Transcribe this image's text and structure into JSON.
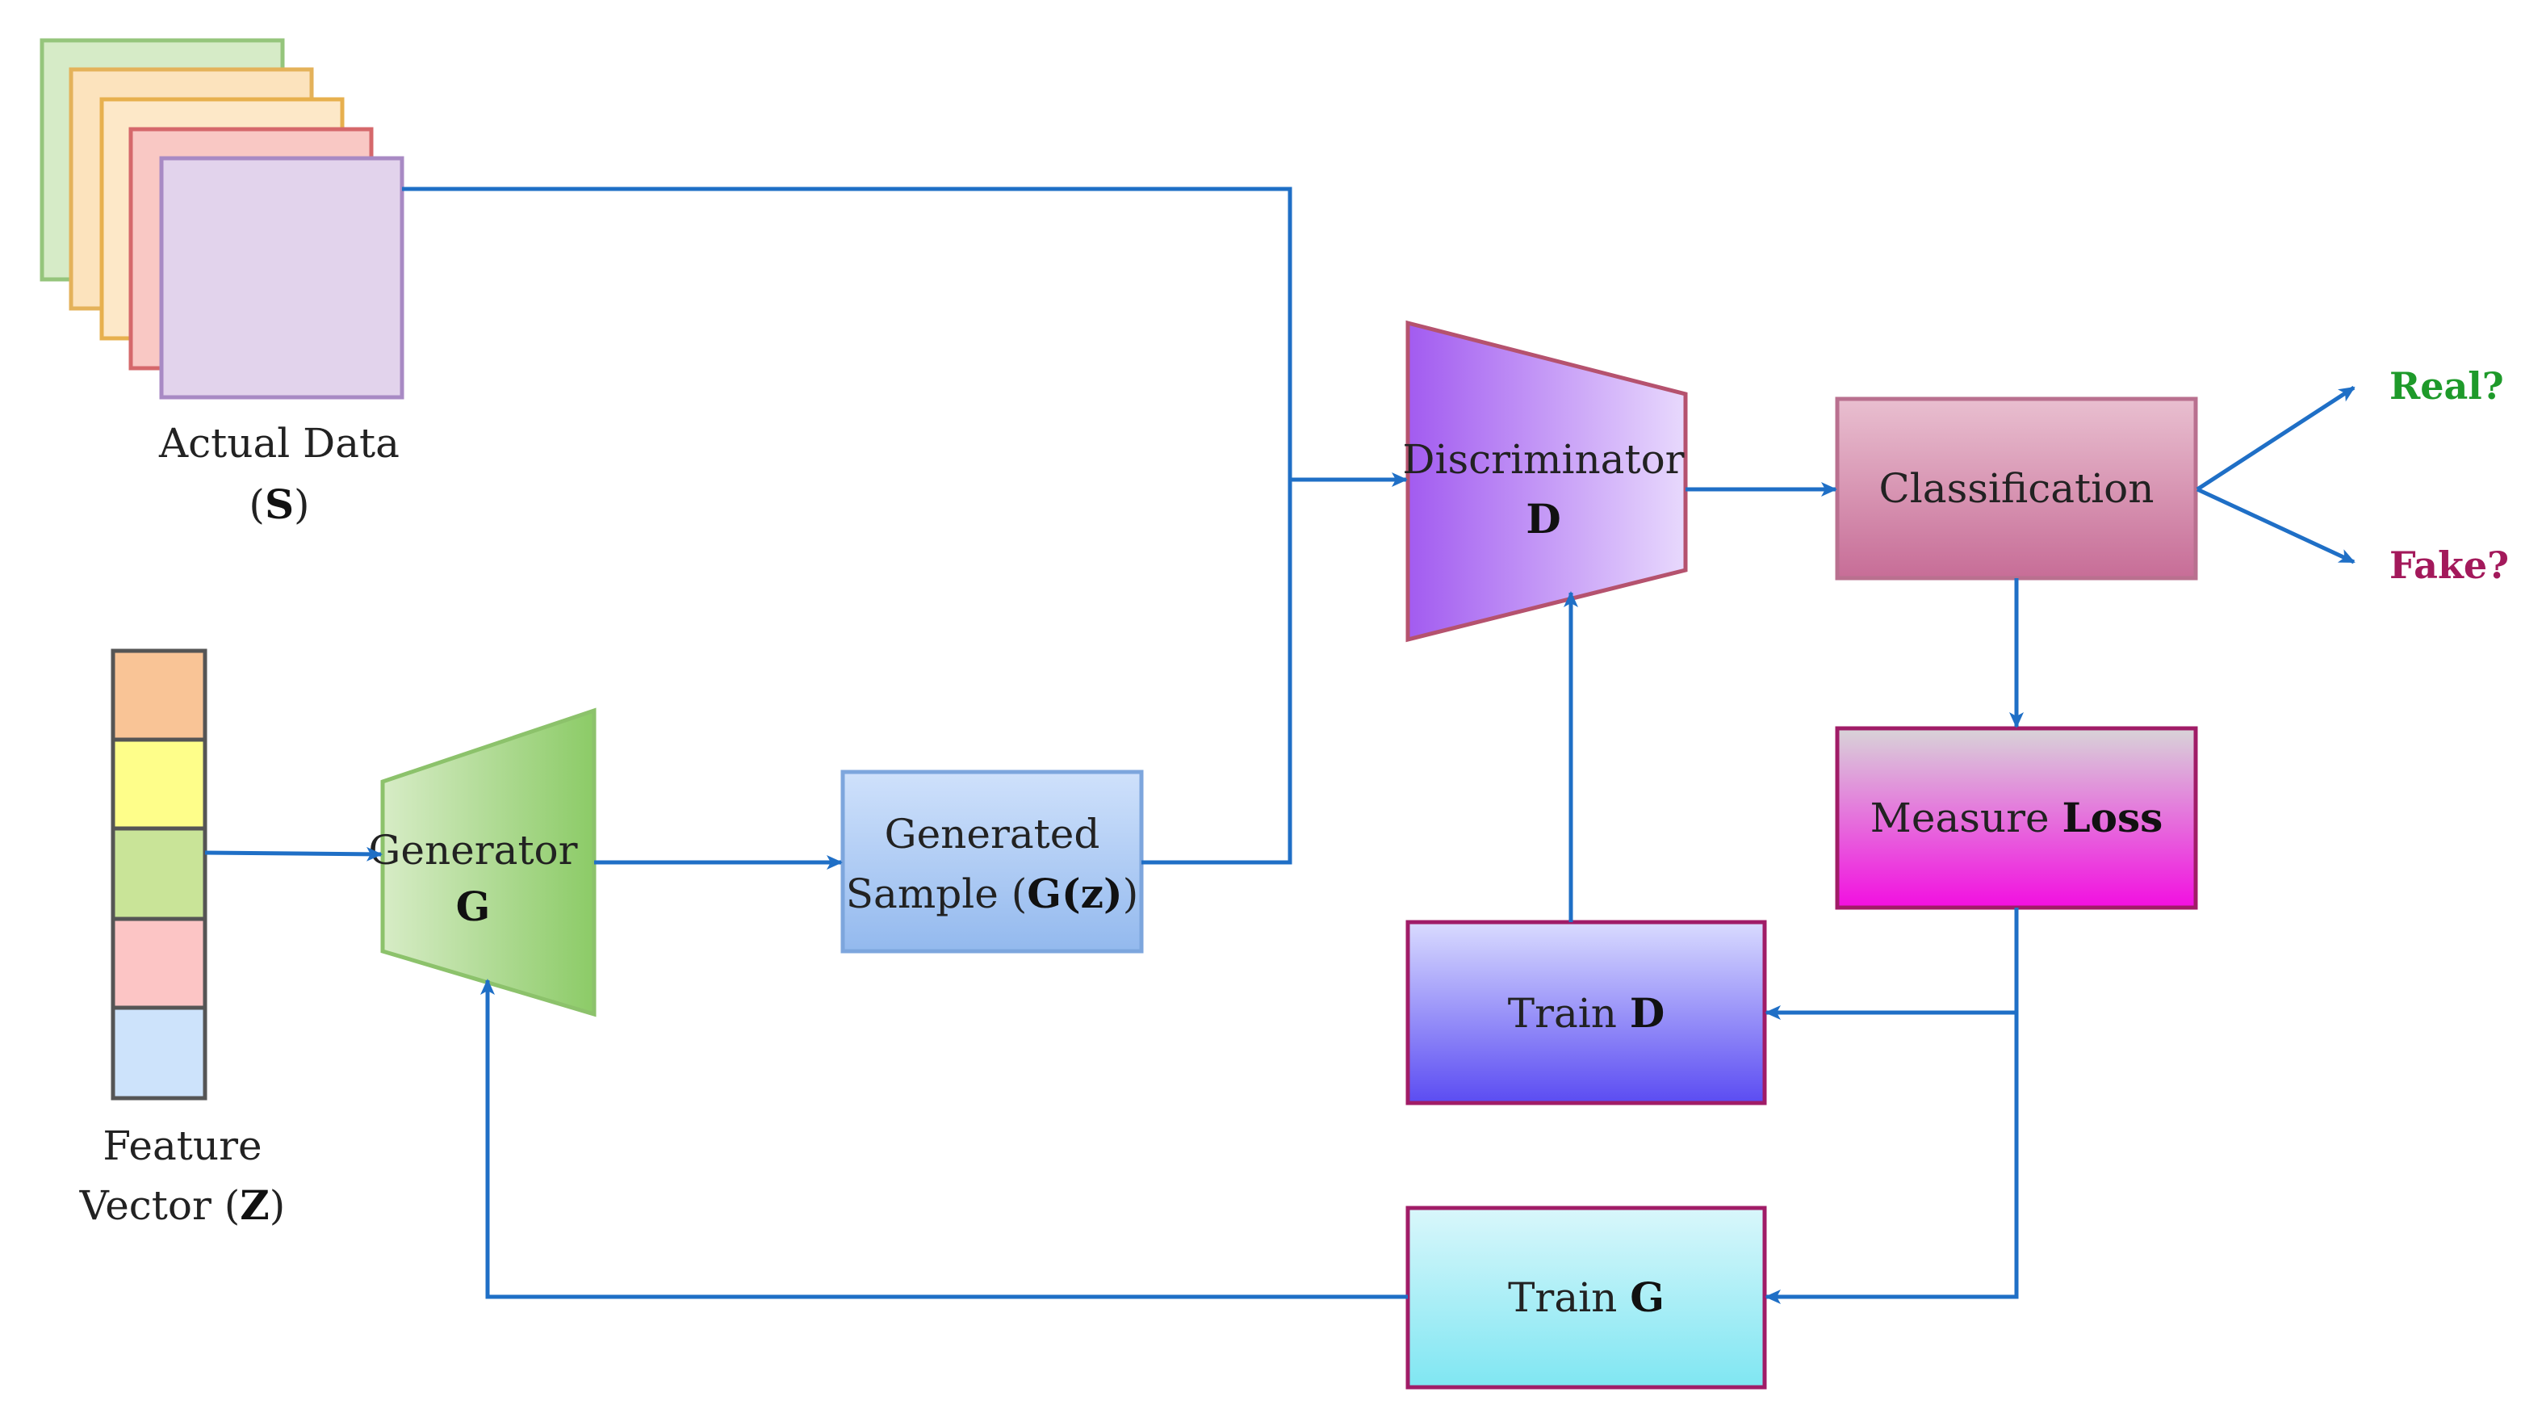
{
  "actual_data": {
    "label_line1": "Actual Data",
    "label_line2_symbol": "S"
  },
  "feature_vector": {
    "label_line1": "Feature",
    "label_line2_prefix": "Vector",
    "label_line2_symbol": "Z"
  },
  "generator": {
    "label": "Generator",
    "symbol": "G"
  },
  "generated_sample": {
    "line1": "Generated",
    "line2_prefix": "Sample",
    "line2_symbol": "G(z)"
  },
  "discriminator": {
    "label": "Discriminator",
    "symbol": "D"
  },
  "classification": {
    "label": "Classification"
  },
  "outputs": {
    "real": "Real?",
    "fake": "Fake?"
  },
  "measure_loss": {
    "prefix": "Measure",
    "bold": "Loss"
  },
  "train_d": {
    "prefix": "Train",
    "bold": "D"
  },
  "train_g": {
    "prefix": "Train",
    "bold": "G"
  },
  "colors": {
    "arrow": "#1f6fc6",
    "real": "#1e9a2a",
    "fake": "#a3195b",
    "data_layers": [
      "#d6ebc7",
      "#fce3bd",
      "#fde8c8",
      "#f9c8c4",
      "#e2d3ec"
    ],
    "feature_cells": [
      "#f9c496",
      "#fefe8a",
      "#c9e498",
      "#fcc5c5",
      "#cde3fb"
    ]
  }
}
